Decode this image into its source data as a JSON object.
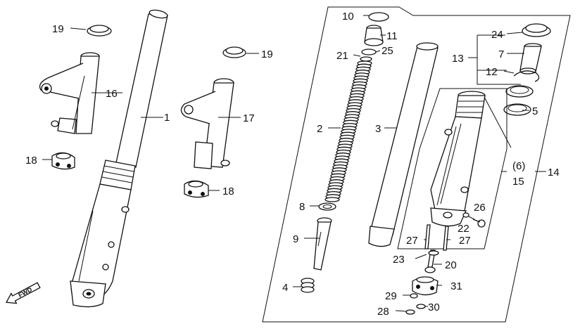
{
  "labels": {
    "l1": "1",
    "l2": "2",
    "l3": "3",
    "l4": "4",
    "l5": "5",
    "l6": "(6)",
    "l7": "7",
    "l8": "8",
    "l9": "9",
    "l10": "10",
    "l11": "11",
    "l12": "12",
    "l13": "13",
    "l14": "14",
    "l15": "15",
    "l16": "16",
    "l17": "17",
    "l18a": "18",
    "l18b": "18",
    "l19a": "19",
    "l19b": "19",
    "l20": "20",
    "l21": "21",
    "l22": "22",
    "l23": "23",
    "l24": "24",
    "l25": "25",
    "l26": "26",
    "l27a": "27",
    "l27b": "27",
    "l28": "28",
    "l29": "29",
    "l30": "30",
    "l31": "31"
  },
  "fwd_label": "FWD"
}
